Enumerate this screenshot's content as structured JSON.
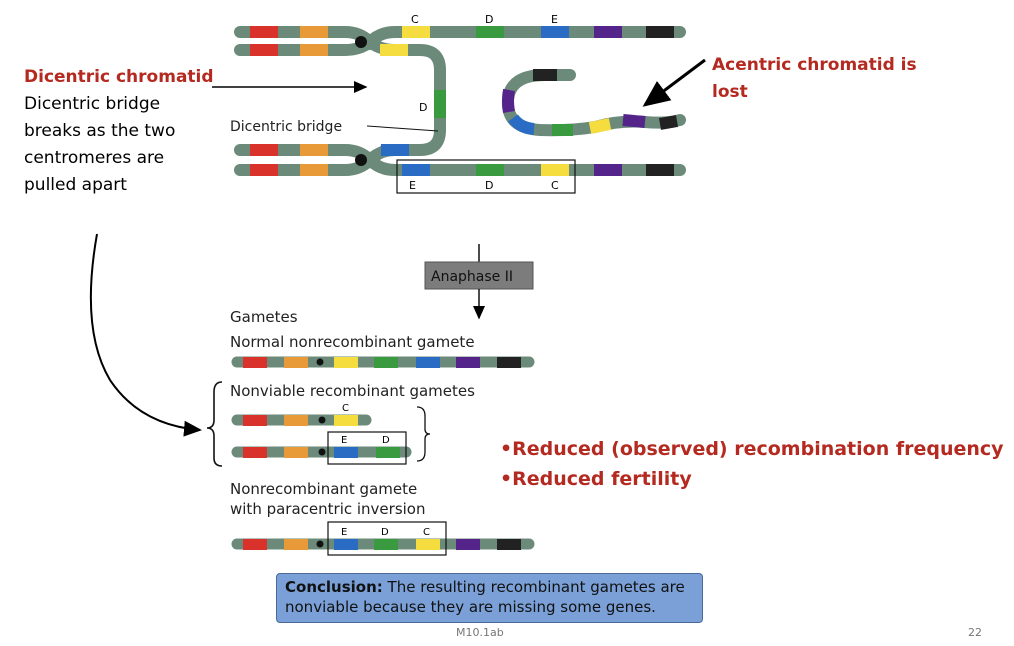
{
  "colors": {
    "chromosome": "#6b8a7a",
    "red": "#d8322a",
    "orange": "#e89a38",
    "yellow": "#f5dd40",
    "green": "#3a9a40",
    "blue": "#2a6cc4",
    "purple": "#55248a",
    "black": "#222222",
    "annotation_red": "#b52a20",
    "conclusion_bg": "#7aa0d7"
  },
  "left_annotation": {
    "title": "Dicentric chromatid",
    "lines": [
      "Dicentric bridge",
      "breaks as the two",
      "centromeres are",
      "pulled apart"
    ]
  },
  "acentric_annotation": {
    "lines": [
      "Acentric chromatid is",
      "lost"
    ]
  },
  "diagram": {
    "top_gene_labels": [
      "C",
      "D",
      "E"
    ],
    "bridge_gene_label": "D",
    "bridge_label": "Dicentric bridge",
    "bottom_box_labels": [
      "E",
      "D",
      "C"
    ],
    "stage_label": "Anaphase II"
  },
  "gametes": {
    "heading": "Gametes",
    "normal_label": "Normal nonrecombinant gamete",
    "nonviable_label": "Nonviable recombinant gametes",
    "nonviable_1_label": "C",
    "nonviable_2_labels": [
      "E",
      "D"
    ],
    "inversion_label_1": "Nonrecombinant gamete",
    "inversion_label_2": "with paracentric inversion",
    "inversion_labels": [
      "E",
      "D",
      "C"
    ]
  },
  "bullets": [
    "•Reduced (observed) recombination frequency",
    "•Reduced fertility"
  ],
  "conclusion": {
    "bold": "Conclusion:",
    "text": " The resulting recombinant gametes are nonviable because they are missing some genes."
  },
  "footer": "M10.1ab",
  "page_number": "22"
}
